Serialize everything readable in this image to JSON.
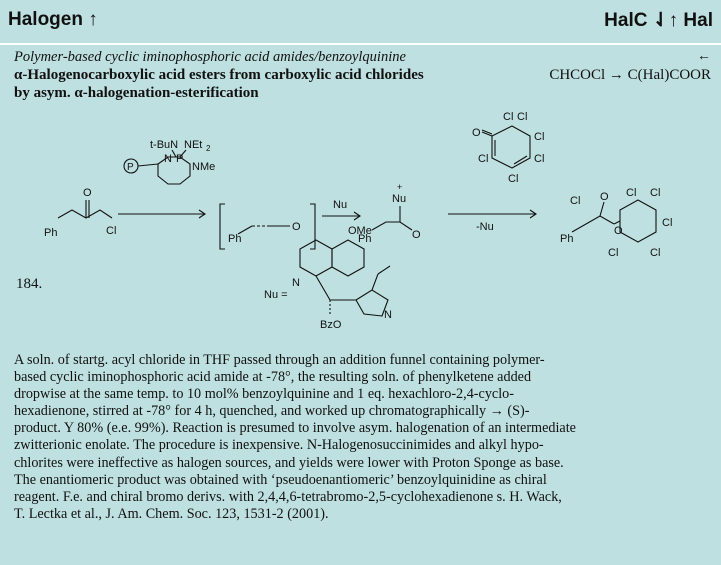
{
  "header": {
    "left_title": "Halogen ↑",
    "right_title": "HalC ⇃↑ Hal"
  },
  "entry": {
    "subtitle": "Polymer-based cyclic iminophosphoric acid amides/benzoylquinine",
    "arrow": "←",
    "title_line1": "α-Halogenocarboxylic acid esters from carboxylic acid chlorides",
    "transformation": "CHCOCl → C(Hal)COOR",
    "title_line2": "by asym. α-halogenation-esterification",
    "number": "184."
  },
  "scheme": {
    "catalyst_top_left": "t-BuN",
    "catalyst_top_right": "NEt",
    "catalyst_top_sub": "2",
    "catalyst_n": "N",
    "catalyst_p": "P",
    "catalyst_nme": "NMe",
    "polymer_label": "P",
    "ph": "Ph",
    "cl": "Cl",
    "o": "O",
    "nu": "Nu",
    "nu_plus": "+",
    "minus_nu": "-Nu",
    "nu_eq": "Nu =",
    "ome": "OMe",
    "bzo": "BzO",
    "n": "N"
  },
  "paragraph": [
    "A soln. of startg. acyl chloride in THF passed through an addition funnel containing polymer-",
    "based cyclic iminophosphoric acid amide at -78°, the resulting soln. of phenylketene added",
    "dropwise at the same temp. to 10 mol% benzoylquinine and 1 eq. hexachloro-2,4-cyclo-",
    "hexadienone, stirred at -78° for 4 h, quenched, and worked up chromatographically → (S)-",
    "product. Y 80% (e.e. 99%). Reaction is presumed to involve asym. halogenation of an intermediate",
    "zwitterionic enolate. The procedure is inexpensive. N-Halogenosuccinimides and alkyl hypo-",
    "chlorites were ineffective as halogen sources, and yields were lower with Proton Sponge as base.",
    "The enantiomeric product was obtained with ‘pseudoenantiomeric’ benzoylquinidine as chiral",
    "reagent. F.e. and chiral bromo derivs. with 2,4,4,6-tetrabromo-2,5-cyclohexadienone s. H. Wack,",
    "T. Lectka et al., J. Am. Chem. Soc. 123, 1531-2 (2001)."
  ]
}
